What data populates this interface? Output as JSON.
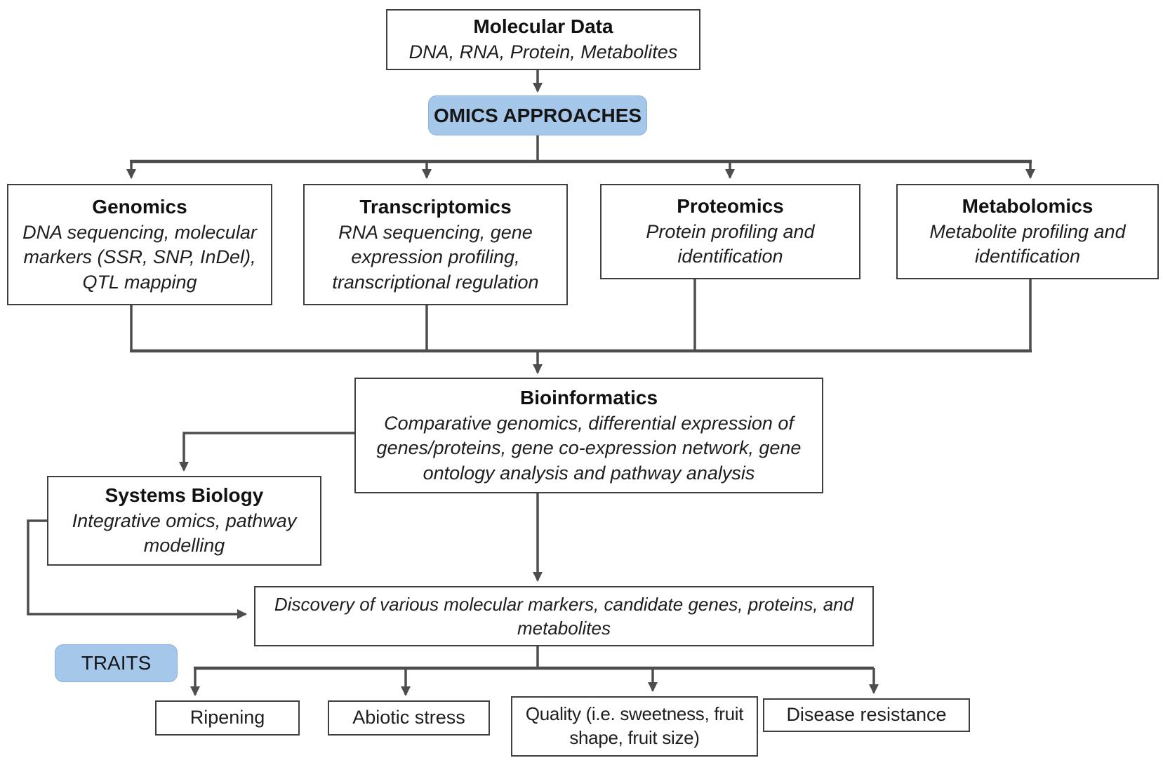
{
  "palette": {
    "accent_blue": "#a5c7e9",
    "line_color": "#4d4d4d",
    "box_border": "#3f3f3f",
    "background": "#ffffff"
  },
  "nodes": {
    "molecular_data": {
      "title": "Molecular Data",
      "subtitle": "DNA, RNA, Protein, Metabolites"
    },
    "omics_approaches": {
      "label": "OMICS APPROACHES"
    },
    "genomics": {
      "title": "Genomics",
      "body": [
        "DNA sequencing, molecular",
        "markers (SSR, SNP, InDel),",
        "QTL mapping"
      ]
    },
    "transcriptomics": {
      "title": "Transcriptomics",
      "body": [
        "RNA sequencing, gene",
        "expression profiling,",
        "transcriptional regulation"
      ]
    },
    "proteomics": {
      "title": "Proteomics",
      "body": [
        "Protein profiling and",
        "identification"
      ]
    },
    "metabolomics": {
      "title": "Metabolomics",
      "body": [
        "Metabolite profiling and",
        "identification"
      ]
    },
    "bioinformatics": {
      "title": "Bioinformatics",
      "body": [
        "Comparative genomics, differential expression of",
        "genes/proteins, gene co-expression network, gene",
        "ontology analysis and pathway analysis"
      ]
    },
    "systems_biology": {
      "title": "Systems Biology",
      "body": [
        "Integrative omics, pathway",
        "modelling"
      ]
    },
    "discovery": {
      "body": [
        "Discovery of various molecular markers, candidate genes, proteins, and",
        "metabolites"
      ]
    },
    "traits": {
      "label": "TRAITS"
    },
    "ripening": {
      "label": "Ripening"
    },
    "abiotic_stress": {
      "label": "Abiotic stress"
    },
    "quality": {
      "label": [
        "Quality (i.e. sweetness, fruit",
        "shape, fruit size)"
      ]
    },
    "disease_resistance": {
      "label": "Disease resistance"
    }
  }
}
